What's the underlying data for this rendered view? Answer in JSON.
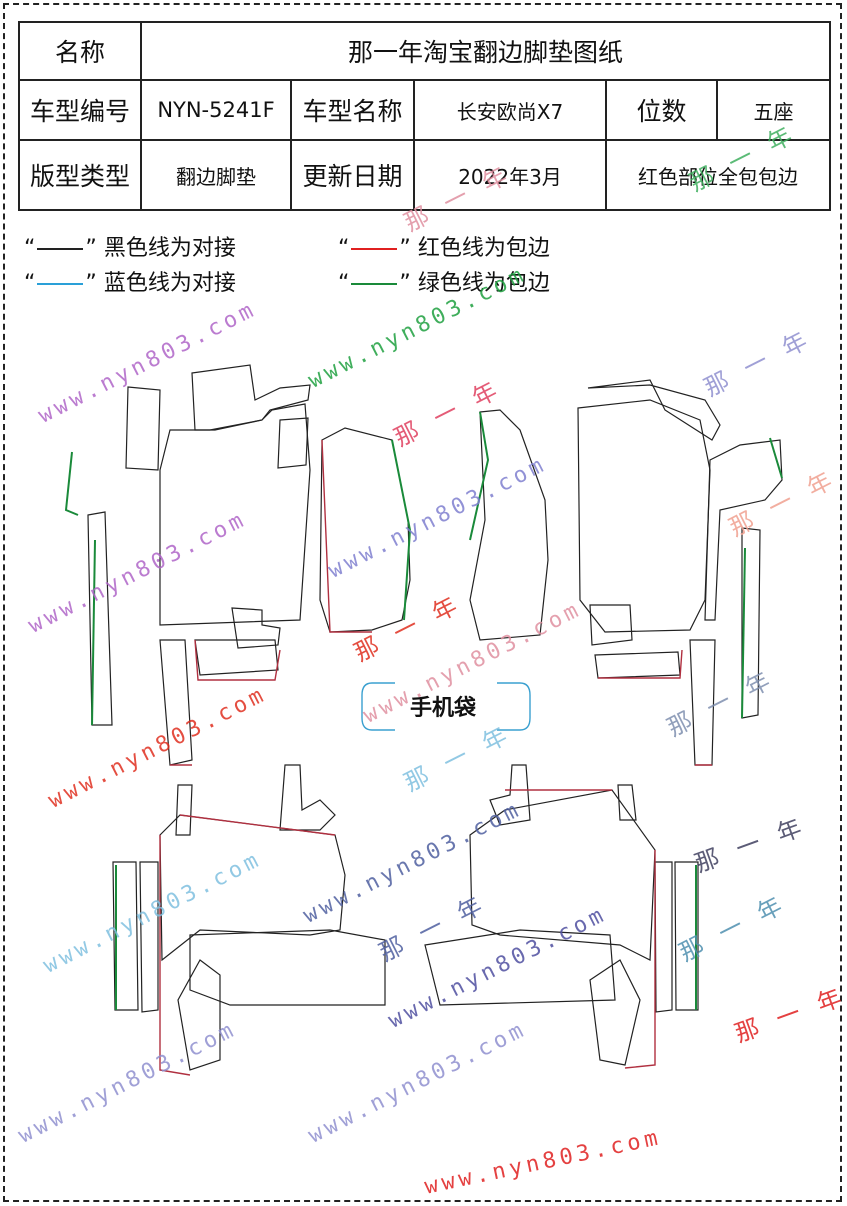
{
  "table": {
    "r1": {
      "label": "名称",
      "value": "那一年淘宝翻边脚垫图纸"
    },
    "r2": {
      "model_no_label": "车型编号",
      "model_no": "NYN-5241F",
      "model_name_label": "车型名称",
      "model_name": "长安欧尚X7",
      "seats_label": "位数",
      "seats": "五座"
    },
    "r3": {
      "type_label": "版型类型",
      "type": "翻边脚垫",
      "date_label": "更新日期",
      "date": "2022年3月",
      "note": "红色部位全包包边"
    }
  },
  "legend": [
    {
      "q_open": "“",
      "q_close": "”",
      "text": "黑色线为对接",
      "color": "#222222"
    },
    {
      "q_open": "“",
      "q_close": "”",
      "text": "红色线为包边",
      "color": "#e02020"
    },
    {
      "q_open": "“",
      "q_close": "”",
      "text": "蓝色线为对接",
      "color": "#2aa0d8"
    },
    {
      "q_open": "“",
      "q_close": "”",
      "text": "绿色线为包边",
      "color": "#1a8a3a"
    }
  ],
  "pocket": {
    "label": "手机袋"
  },
  "watermarks": {
    "url": "www.nyn803.com",
    "cn": "那 一 年"
  },
  "colors": {
    "cut_line": "#222222",
    "binding_red": "#b03040",
    "binding_green": "#1a8a3a",
    "pocket_blue": "#3aa0d0"
  }
}
